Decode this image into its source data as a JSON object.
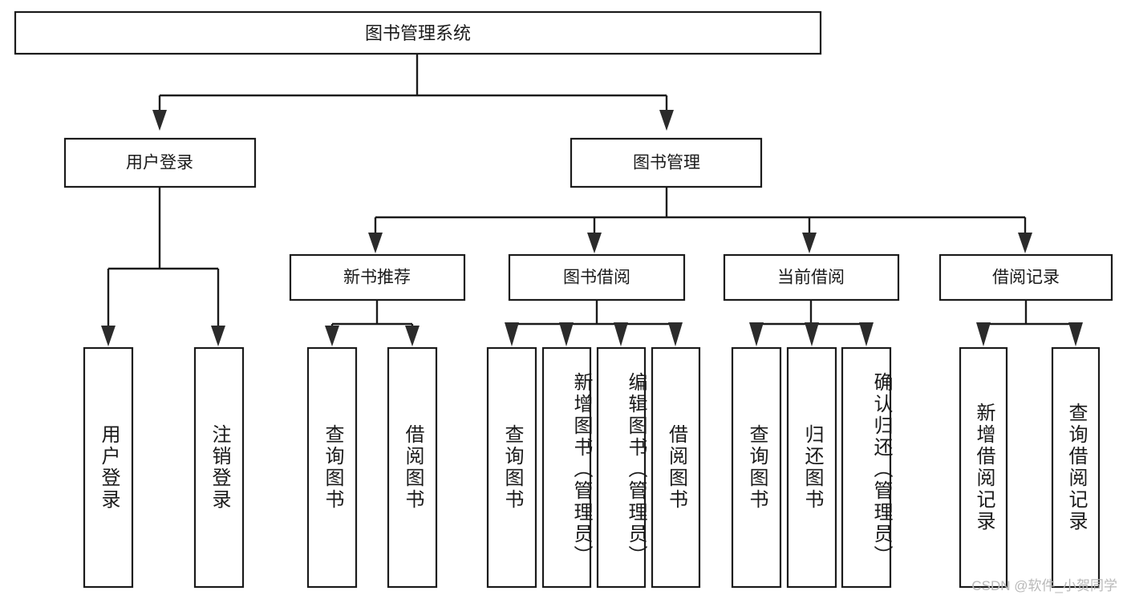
{
  "diagram": {
    "type": "tree",
    "title_node": {
      "id": "root",
      "label": "图书管理系统"
    },
    "level2": [
      {
        "id": "user-login",
        "label": "用户登录"
      },
      {
        "id": "book-management",
        "label": "图书管理"
      }
    ],
    "level3": [
      {
        "id": "new-book-recommend",
        "label": "新书推荐"
      },
      {
        "id": "book-borrow",
        "label": "图书借阅"
      },
      {
        "id": "current-borrow",
        "label": "当前借阅"
      },
      {
        "id": "borrow-record",
        "label": "借阅记录"
      }
    ],
    "leaves": {
      "user_login": [
        {
          "id": "leaf-user-login",
          "label": "用户登录"
        },
        {
          "id": "leaf-logout-login",
          "label": "注销登录"
        }
      ],
      "new_book_recommend": [
        {
          "id": "leaf-query-book-1",
          "label": "查询图书"
        },
        {
          "id": "leaf-borrow-book-1",
          "label": "借阅图书"
        }
      ],
      "book_borrow": [
        {
          "id": "leaf-query-book-2",
          "label": "查询图书"
        },
        {
          "id": "leaf-add-book",
          "label": "新增图书（管理员）"
        },
        {
          "id": "leaf-edit-book",
          "label": "编辑图书（管理员）"
        },
        {
          "id": "leaf-borrow-book-2",
          "label": "借阅图书"
        }
      ],
      "current_borrow": [
        {
          "id": "leaf-query-book-3",
          "label": "查询图书"
        },
        {
          "id": "leaf-return-book",
          "label": "归还图书"
        },
        {
          "id": "leaf-confirm-return",
          "label": "确认归还（管理员）"
        }
      ],
      "borrow_record": [
        {
          "id": "leaf-add-record",
          "label": "新增借阅记录"
        },
        {
          "id": "leaf-query-record",
          "label": "查询借阅记录"
        }
      ]
    }
  },
  "watermark": {
    "text": "CSDN @软件_小贺同学"
  },
  "colors": {
    "background": "#ffffff",
    "box_stroke": "#1b1b1b",
    "box_fill": "#ffffff",
    "connector": "#1b1b1b",
    "text": "#1a1a1a",
    "watermark": "#b9b9b9"
  }
}
